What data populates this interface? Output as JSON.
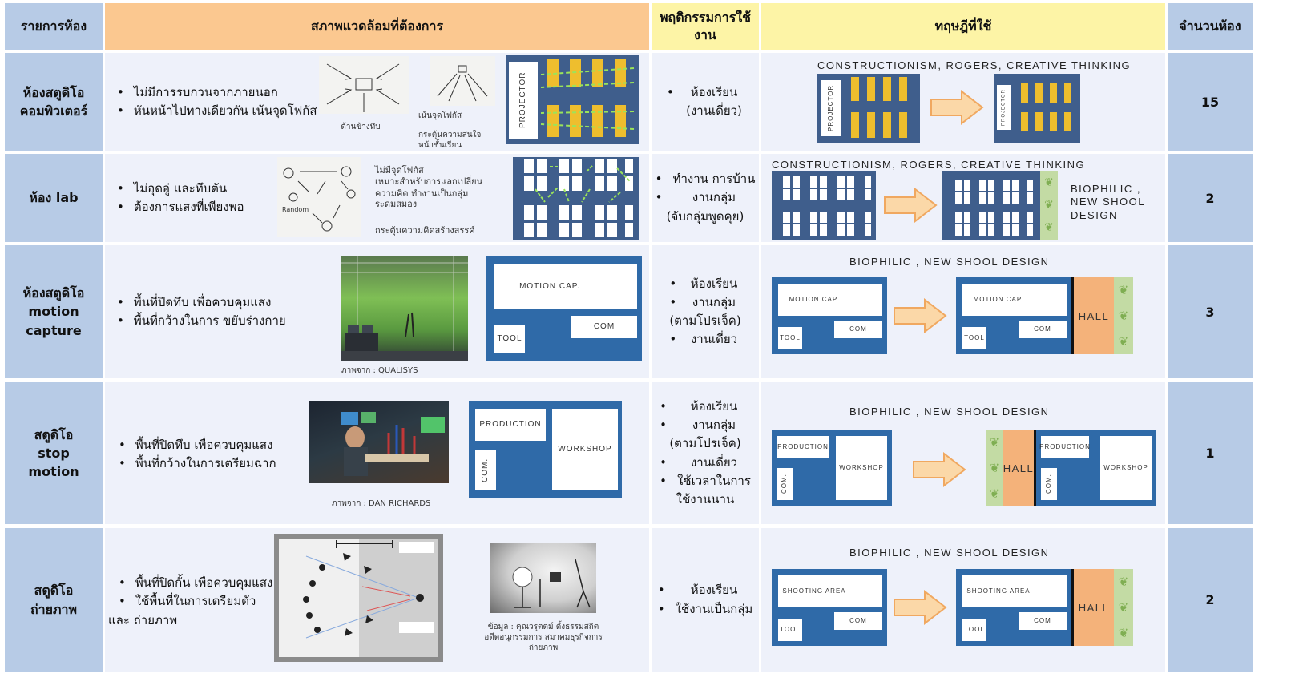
{
  "header": {
    "col1": "รายการห้อง",
    "col2": "สภาพแวดล้อมที่ต้องการ",
    "col3": "พฤติกรรมการใช้งาน",
    "col4": "ทฤษฎีที่ใช้",
    "col5": "จำนวนห้อง"
  },
  "colors": {
    "header_blue": "#b7cbe6",
    "header_orange": "#fbc890",
    "header_yellow": "#fdf4a6",
    "plan_navy": "#3f5e8c",
    "plan_blue": "#2f6aa8",
    "desk_yellow": "#eebe2e",
    "hall_orange": "#f4b27a",
    "plant_green": "#c3dba4"
  },
  "rows": [
    {
      "name": "ห้องสตูดิโอ คอมพิวเตอร์",
      "env": [
        "ไม่มีการรบกวนจากภายนอก",
        "หันหน้าไปทางเดียวกัน เน้นจุดโฟกัส"
      ],
      "sketch1_caption": "ด้านข้างทึบ",
      "sketch2_caption1": "เน้นจุดโฟกัส",
      "sketch2_caption2": "กระตุ้นความสนใจหน้าชั้นเรียน",
      "plan_label": "PROJECTOR",
      "behavior": [
        "ห้องเรียน (งานเดี่ยว)"
      ],
      "theory_title": "CONSTRUCTIONISM, ROGERS, CREATIVE THINKING",
      "count": "15"
    },
    {
      "name": "ห้อง lab",
      "env": [
        "ไม่อุดอู่ และทึบตัน",
        "ต้องการแสงที่เพียงพอ"
      ],
      "sketch_word": "Random",
      "notes": [
        "ไม่มีจุดโฟกัส",
        "เหมาะสำหรับการแลกเปลี่ยนความคิด ทำงานเป็นกลุ่ม",
        "ระดมสมอง"
      ],
      "note2": "กระตุ้นความคิดสร้างสรรค์",
      "behavior": [
        "ทำงาน การบ้าน",
        "งานกลุ่ม",
        "(จับกลุ่มพูดคุย)"
      ],
      "theory_title": "CONSTRUCTIONISM, ROGERS, CREATIVE THINKING",
      "theory_side": "BIOPHILIC , NEW SHOOL DESIGN",
      "count": "2"
    },
    {
      "name": "ห้องสตูดิโอ motion capture",
      "env": [
        "พื้นที่ปิดทึบ เพื่อควบคุมแสง",
        "พื้นที่กว้างในการ ขยับร่างกาย"
      ],
      "photo_caption": "ภาพจาก : QUALISYS",
      "plan_main": "MOTION CAP.",
      "plan_com": "COM",
      "plan_tool": "TOOL",
      "behavior": [
        "ห้องเรียน",
        "งานกลุ่ม",
        "(ตามโปรเจ็ค)",
        "งานเดี่ยว"
      ],
      "theory_title": "BIOPHILIC , NEW SHOOL DESIGN",
      "hall": "HALL",
      "count": "3"
    },
    {
      "name": "สตูดิโอ stop motion",
      "env": [
        "พื้นที่ปิดทึบ เพื่อควบคุมแสง",
        "พื้นที่กว้างในการเตรียมฉาก"
      ],
      "photo_caption": "ภาพจาก : DAN RICHARDS",
      "plan_production": "PRODUCTION",
      "plan_workshop": "WORKSHOP",
      "plan_com": "COM.",
      "behavior": [
        "ห้องเรียน",
        "งานกลุ่ม",
        "(ตามโปรเจ็ค)",
        "งานเดี่ยว",
        "ใช้เวลาในการ",
        "ใช้งานนาน"
      ],
      "theory_title": "BIOPHILIC , NEW SHOOL DESIGN",
      "hall": "HALL",
      "count": "1"
    },
    {
      "name": "สตูดิโอ ถ่ายภาพ",
      "env": [
        "พื้นที่ปิดกั้น เพื่อควบคุมแสง",
        "ใช้พื้นที่ในการเตรียมตัว"
      ],
      "env_tail": "และ ถ่ายภาพ",
      "photo_caption": "ข้อมูล : คุณวรุตตม์ ตั้งธรรมสถิต อดีตอนุกรรมการ สมาคมธุรกิจการถ่ายภาพ",
      "plan_main": "SHOOTING AREA",
      "plan_com": "COM",
      "plan_tool": "TOOL",
      "behavior": [
        "ห้องเรียน",
        "ใช้งานเป็นกลุ่ม"
      ],
      "theory_title": "BIOPHILIC , NEW SHOOL DESIGN",
      "hall": "HALL",
      "count": "2"
    }
  ]
}
